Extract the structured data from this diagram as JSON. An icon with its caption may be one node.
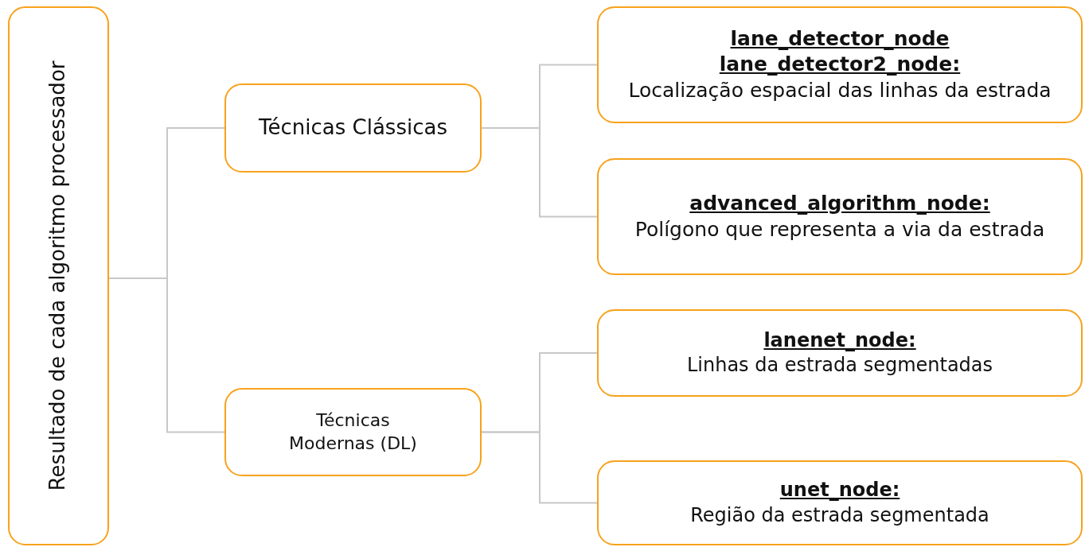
{
  "diagram": {
    "nodes": [
      {
        "text": [
          "Resultado de cada algoritmo processador"
        ]
      },
      {
        "text": [
          "Técnicas Clássicas"
        ]
      },
      {
        "text": [
          "Técnicas Modernas (DL)"
        ]
      },
      {
        "text": [
          "lane_detector_node",
          "lane_detector2_node:",
          "Localização espacial das linhas da estrada"
        ]
      },
      {
        "text": [
          "advanced_algorithm_node:",
          "Polígono que representa a via da estrada"
        ]
      },
      {
        "text": [
          "lanenet_node:",
          "Linhas da estrada segmentadas"
        ]
      },
      {
        "text": [
          "unet_node:",
          "Região da estrada segmentada"
        ]
      }
    ],
    "edges": [
      {
        "from": 0,
        "to": 1,
        "arrow": "none"
      },
      {
        "from": 0,
        "to": 2,
        "arrow": "none"
      },
      {
        "from": 1,
        "to": 3,
        "arrow": "none"
      },
      {
        "from": 1,
        "to": 4,
        "arrow": "none"
      },
      {
        "from": 2,
        "to": 5,
        "arrow": "none"
      },
      {
        "from": 2,
        "to": 6,
        "arrow": "none"
      }
    ]
  }
}
